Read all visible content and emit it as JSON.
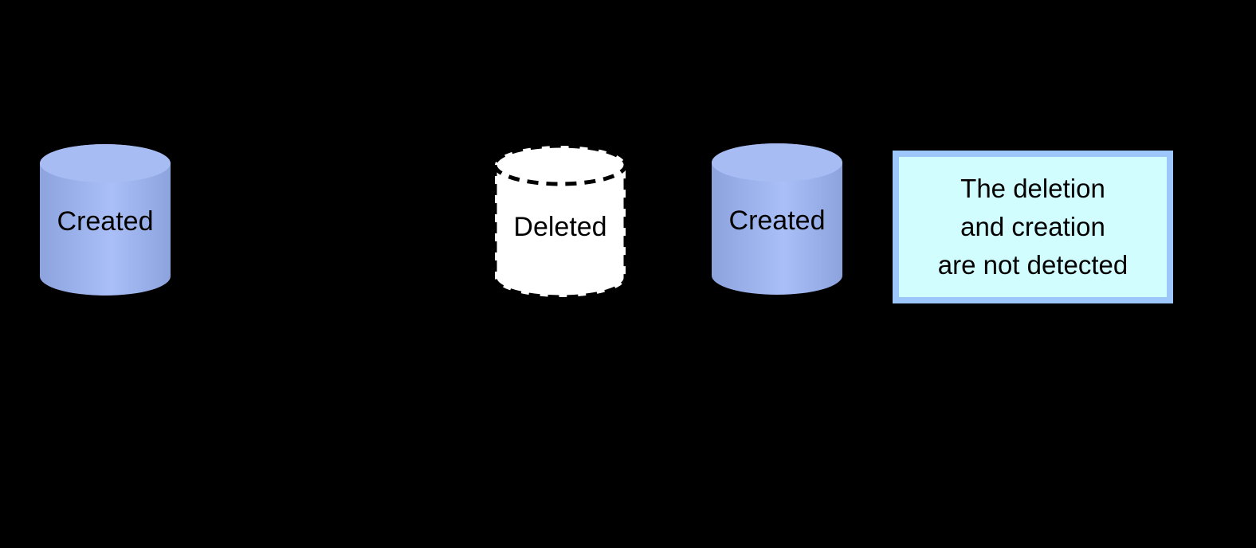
{
  "canvas": {
    "background": "#000000"
  },
  "palette": {
    "cylinder_body_edge": "#8CA3DE",
    "cylinder_body_center": "#AABFF7",
    "cylinder_lid": "#A7BCF3",
    "deleted_fill": "#FFFFFF",
    "outline": "#000000",
    "note_fill": "#D1FDFF",
    "note_border": "#9DC7FA",
    "text": "#000000"
  },
  "nodes": [
    {
      "label": "Created",
      "kind": "database-cylinder",
      "state": "existing"
    },
    {
      "label": "Deleted",
      "kind": "database-cylinder",
      "state": "deleted-dashed"
    },
    {
      "label": "Created",
      "kind": "database-cylinder",
      "state": "existing"
    }
  ],
  "note": {
    "line1": "The deletion",
    "line2": "and creation",
    "line3": "are not detected"
  }
}
